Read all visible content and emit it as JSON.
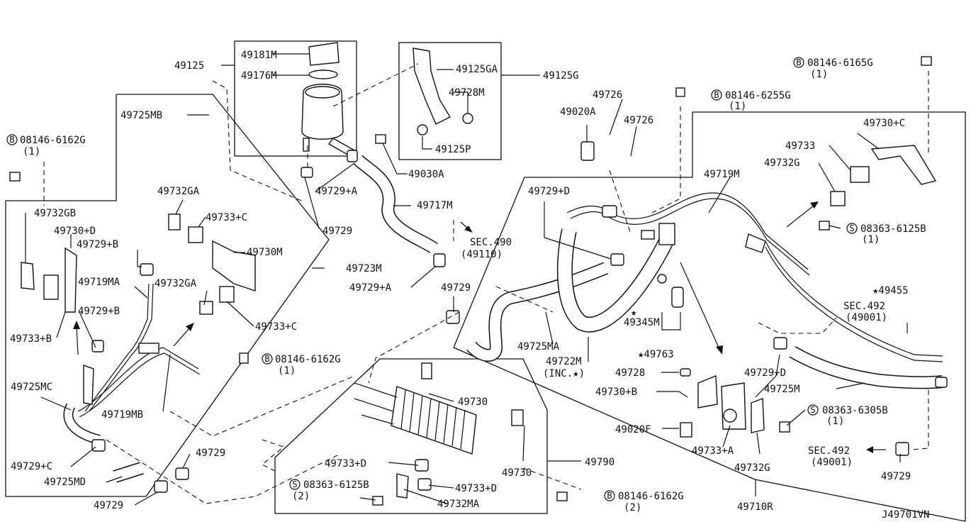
{
  "labels": {
    "p49125": "49125",
    "p49181M": "49181M",
    "p49176M": "49176M",
    "p49125GA": "49125GA",
    "p49125G": "49125G",
    "p49728M": "49728M",
    "p49125P": "49125P",
    "p49030A": "49030A",
    "p49725MB": "49725MB",
    "b6162G_top": "08146-6162G",
    "b6162G_top_qty": "(1)",
    "p49729A_top": "49729+A",
    "p49717M": "49717M",
    "p49729_top": "49729",
    "p49732GA_1": "49732GA",
    "p49733C_1": "49733+C",
    "p49732GB": "49732GB",
    "p49730D": "49730+D",
    "p49729B_1": "49729+B",
    "p49730M": "49730M",
    "p49723M": "49723M",
    "sec490": "SEC.490",
    "sec490_sub": "(49110)",
    "p49719MA": "49719MA",
    "p49732GA_2": "49732GA",
    "p49729A_mid": "49729+A",
    "p49729_mid": "49729",
    "p49729B_2": "49729+B",
    "p49733C_2": "49733+C",
    "p49733B": "49733+B",
    "b6162G_mid": "08146-6162G",
    "b6162G_mid_qty": "(1)",
    "p49725MC": "49725MC",
    "p49719MB": "49719MB",
    "p49729C": "49729+C",
    "p49725MD": "49725MD",
    "p49729_lowleft": "49729",
    "p49729_bottom": "49729",
    "p49730_1": "49730",
    "p49733D_1": "49733+D",
    "s6125B_low": "08363-6125B",
    "s6125B_low_qty": "(2)",
    "p49733D_2": "49733+D",
    "p49732MA": "49732MA",
    "p49730_2": "49730",
    "p49790": "49790",
    "b6162G_low": "08146-6162G",
    "b6162G_low_qty": "(2)",
    "p49726_1": "49726",
    "p49020A": "49020A",
    "p49726_2": "49726",
    "b6255G": "08146-6255G",
    "b6255G_qty": "(1)",
    "b6165G": "08146-6165G",
    "b6165G_qty": "(1)",
    "p49730C": "49730+C",
    "p49733": "49733",
    "p49732G_top": "49732G",
    "p49719M": "49719M",
    "p49729D_1": "49729+D",
    "s6125B_right": "08363-6125B",
    "s6125B_right_qty": "(1)",
    "p49455": "★49455",
    "sec492_1": "SEC.492",
    "sec492_1_sub": "(49001)",
    "p49345M": "49345M",
    "p49763": "★49763",
    "p49725MA": "49725MA",
    "p49722M": "49722M",
    "p49722M_sub": "(INC.★)",
    "p49728": "49728",
    "p49730B": "49730+B",
    "p49020F": "49020F",
    "p49729D_2": "49729+D",
    "p49725M": "49725M",
    "s6305B": "08363-6305B",
    "s6305B_qty": "(1)",
    "p49733A": "49733+A",
    "p49732G_low": "49732G",
    "sec492_2": "SEC.492",
    "sec492_2_sub": "(49001)",
    "p49729_right": "49729",
    "p49710R": "49710R",
    "star_mark": "★",
    "diagram_code": "J49701VN"
  },
  "markers": {
    "bolt": "B",
    "screw": "S"
  },
  "colors": {
    "ink": "#111111",
    "paper": "#ffffff"
  }
}
